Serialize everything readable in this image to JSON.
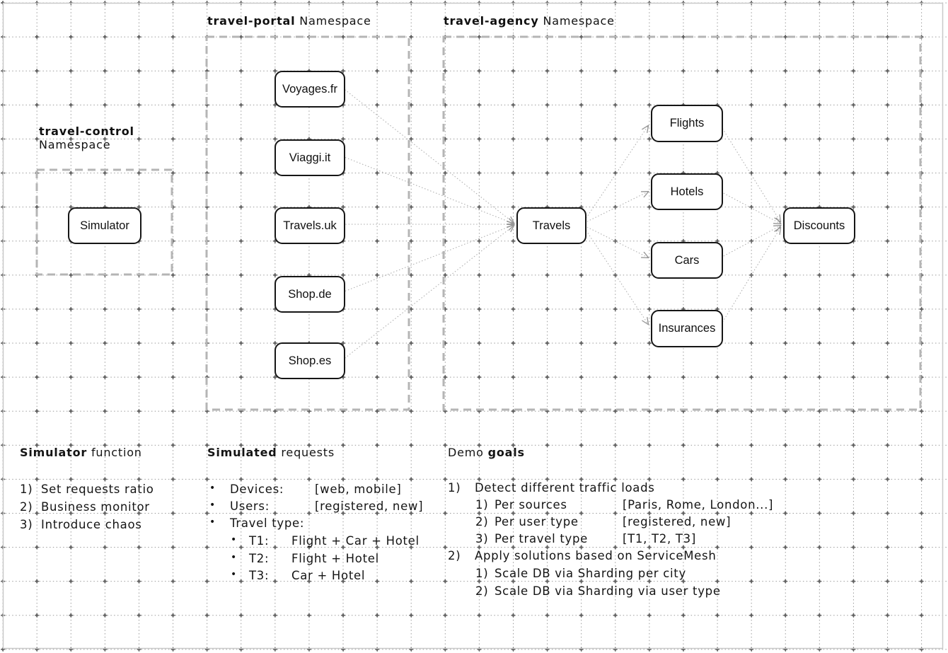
{
  "namespaces": {
    "control": {
      "bold": "travel-control",
      "line2": "Namespace"
    },
    "portal": {
      "bold": "travel-portal",
      "rest": " Namespace"
    },
    "agency": {
      "bold": "travel-agency",
      "rest": " Namespace"
    }
  },
  "nodes": {
    "simulator": "Simulator",
    "portal": [
      "Voyages.fr",
      "Viaggi.it",
      "Travels.uk",
      "Shop.de",
      "Shop.es"
    ],
    "agency": {
      "travels": "Travels",
      "flights": "Flights",
      "hotels": "Hotels",
      "cars": "Cars",
      "insurances": "Insurances",
      "discounts": "Discounts"
    }
  },
  "edges": [
    {
      "from": "Voyages.fr",
      "to": "Travels"
    },
    {
      "from": "Viaggi.it",
      "to": "Travels"
    },
    {
      "from": "Travels.uk",
      "to": "Travels"
    },
    {
      "from": "Shop.de",
      "to": "Travels"
    },
    {
      "from": "Shop.es",
      "to": "Travels"
    },
    {
      "from": "Travels",
      "to": "Flights"
    },
    {
      "from": "Travels",
      "to": "Hotels"
    },
    {
      "from": "Travels",
      "to": "Cars"
    },
    {
      "from": "Travels",
      "to": "Insurances"
    },
    {
      "from": "Flights",
      "to": "Discounts"
    },
    {
      "from": "Hotels",
      "to": "Discounts"
    },
    {
      "from": "Cars",
      "to": "Discounts"
    },
    {
      "from": "Insurances",
      "to": "Discounts"
    }
  ],
  "sections": {
    "simulator_function": {
      "heading_bold": "Simulator",
      "heading_rest": " function",
      "items": [
        {
          "n": "1)",
          "text": "Set requests ratio"
        },
        {
          "n": "2)",
          "text": "Business monitor"
        },
        {
          "n": "3)",
          "text": "Introduce chaos"
        }
      ]
    },
    "simulated_requests": {
      "heading_bold": "Simulated",
      "heading_rest": " requests",
      "bullet": "•",
      "items": [
        {
          "label": "Devices:",
          "value": "[web, mobile]"
        },
        {
          "label": "Users:",
          "value": "[registered, new]"
        },
        {
          "label": "Travel type:",
          "value": ""
        },
        {
          "label": "T1:",
          "value": "Flight + Car + Hotel"
        },
        {
          "label": "T2:",
          "value": "Flight + Hotel"
        },
        {
          "label": "T3:",
          "value": "Car + Hotel"
        }
      ]
    },
    "demo_goals": {
      "heading_regular": "Demo ",
      "heading_bold": "goals",
      "items": [
        {
          "n": "1)",
          "text": "Detect different traffic loads",
          "value": ""
        },
        {
          "n": "1)",
          "text": "Per sources",
          "value": "[Paris, Rome, London...]"
        },
        {
          "n": "2)",
          "text": "Per user type",
          "value": "[registered, new]"
        },
        {
          "n": "3)",
          "text": "Per travel type",
          "value": "[T1, T2, T3]"
        },
        {
          "n": "2)",
          "text": "Apply solutions based on ServiceMesh",
          "value": ""
        },
        {
          "n": "1)",
          "text": "Scale DB via Sharding per city",
          "value": ""
        },
        {
          "n": "2)",
          "text": "Scale DB via Sharding via user type",
          "value": ""
        }
      ]
    }
  }
}
